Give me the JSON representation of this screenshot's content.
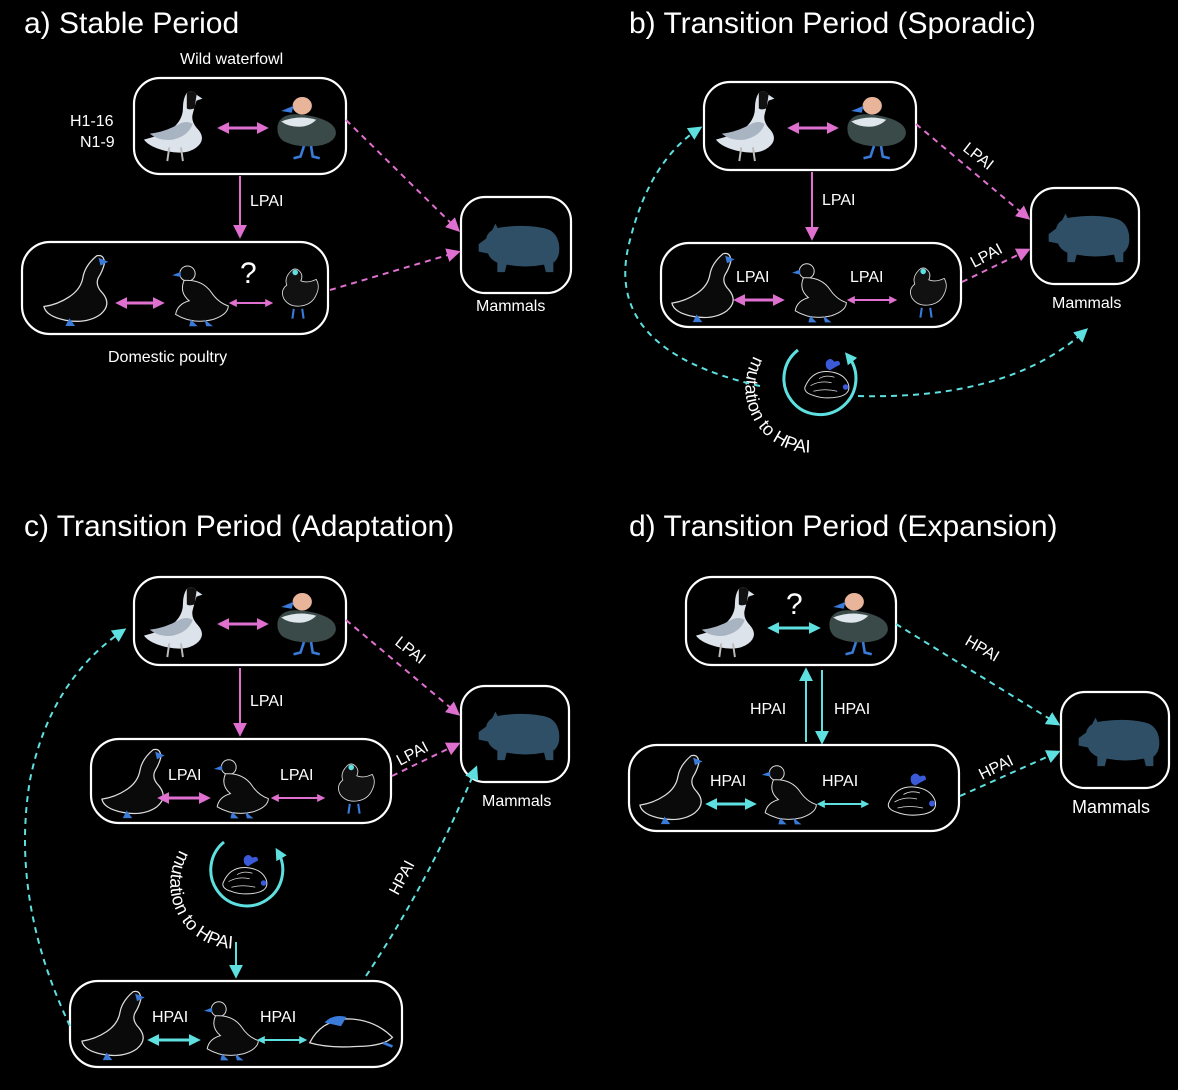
{
  "colors": {
    "lpai": "#e070d0",
    "hpai": "#5fe0e0",
    "pig": "#2e4f66",
    "outline": "#ffffff",
    "duck_head": "#e8b49a",
    "duck_body": "#3a4a48",
    "feet": "#3a7ad8"
  },
  "panels": {
    "a": {
      "title": "a) Stable Period",
      "wild_label": "Wild waterfowl",
      "subtypes_h": "H1-16",
      "subtypes_n": "N1-9",
      "down_arrow": "LPAI",
      "question": "?",
      "mammals": "Mammals",
      "domestic_label": "Domestic poultry"
    },
    "b": {
      "title": "b) Transition Period (Sporadic)",
      "down_arrow": "LPAI",
      "wild_to_pig": "LPAI",
      "dom_to_pig": "LPAI",
      "dom_arrow_1": "LPAI",
      "dom_arrow_2": "LPAI",
      "mammals": "Mammals",
      "mutation": "mutation to HPAI"
    },
    "c": {
      "title": "c) Transition Period (Adaptation)",
      "down_arrow": "LPAI",
      "wild_to_pig": "LPAI",
      "dom_to_pig": "LPAI",
      "dom_arrow_1": "LPAI",
      "dom_arrow_2": "LPAI",
      "mammals": "Mammals",
      "mutation": "mutation to HPAI",
      "hpai_arrow_1": "HPAI",
      "hpai_arrow_2": "HPAI",
      "hpai_to_pig": "HPAI"
    },
    "d": {
      "title": "d) Transition Period (Expansion)",
      "question": "?",
      "up_arrow": "HPAI",
      "down_arrow": "HPAI",
      "wild_to_pig": "HPAI",
      "dom_to_pig": "HPAI",
      "dom_arrow_1": "HPAI",
      "dom_arrow_2": "HPAI",
      "mammals": "Mammals"
    }
  }
}
